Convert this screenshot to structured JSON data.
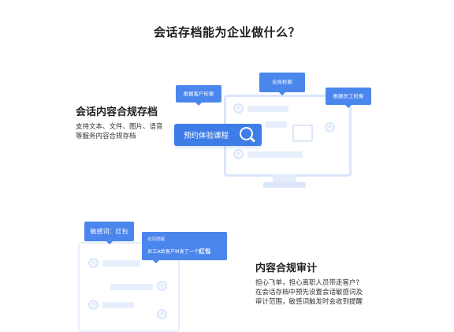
{
  "page_title": "会话存档能为企业做什么？",
  "section_archive": {
    "title": "会话内容合规存档",
    "desc_line1": "支持文本、文件、图片、语音",
    "desc_line2": "等服务内容合规存档"
  },
  "archive_illustration": {
    "tag_customer": "根据客户检索",
    "tag_global": "全局检索",
    "tag_employee": "根据员工检索",
    "course_button": "预约体验课程"
  },
  "section_audit": {
    "title": "内容合规审计",
    "desc_line1": "担心飞单，担心离职人员带走客户?",
    "desc_line2": "在会话存档中预先设置会话敏感词及",
    "desc_line3": "审计范围，敏感词触发时会收到提醒"
  },
  "audit_illustration": {
    "sensitive_tag": "敏感词：红包",
    "notice_caption": "收到提醒",
    "notice_text_prefix": "员工A给客户M发了一个",
    "notice_text_keyword": "红包"
  },
  "colors": {
    "accent": "#3e7de8",
    "tag_blue": "#4b86ec",
    "outline_light": "#dce7fb"
  }
}
